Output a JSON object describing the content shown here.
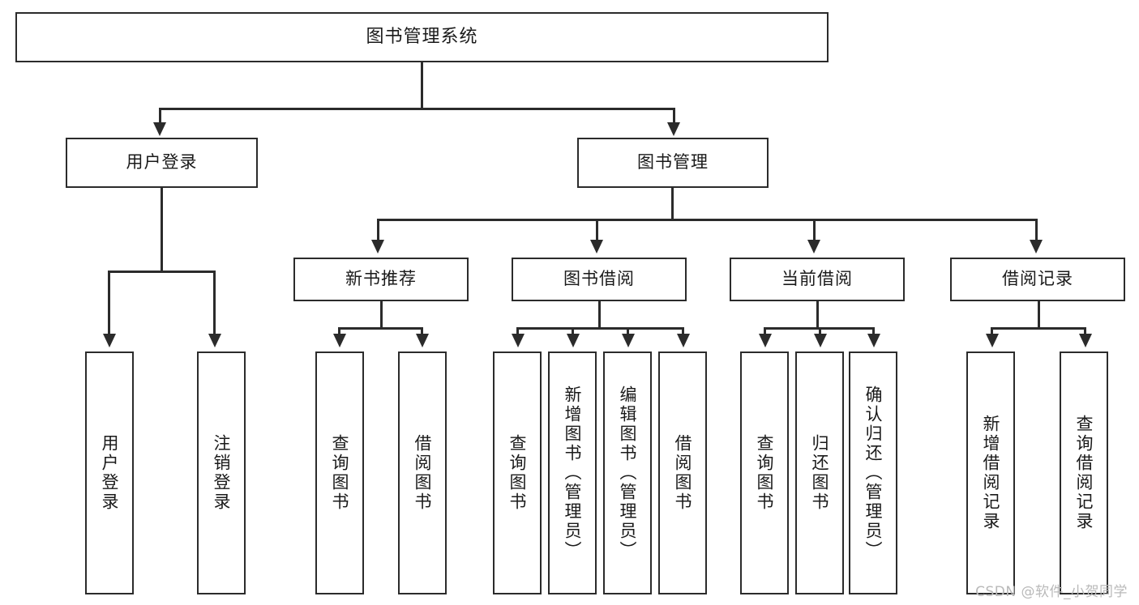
{
  "diagram": {
    "type": "tree",
    "title": "图书管理系统",
    "watermark": "CSDN @软件_小贺同学",
    "root": {
      "id": "root",
      "label": "图书管理系统"
    },
    "level2": [
      {
        "id": "user-login",
        "label": "用户登录"
      },
      {
        "id": "book-manage",
        "label": "图书管理"
      }
    ],
    "level3": [
      {
        "id": "new-book-rec",
        "label": "新书推荐",
        "parent": "book-manage"
      },
      {
        "id": "book-borrow",
        "label": "图书借阅",
        "parent": "book-manage"
      },
      {
        "id": "current-borrow",
        "label": "当前借阅",
        "parent": "book-manage"
      },
      {
        "id": "borrow-record",
        "label": "借阅记录",
        "parent": "book-manage"
      }
    ],
    "leaves": [
      {
        "id": "leaf-user-login",
        "label": "用户登录",
        "parent": "user-login"
      },
      {
        "id": "leaf-user-logout",
        "label": "注销登录",
        "parent": "user-login"
      },
      {
        "id": "leaf-rec-query-book",
        "label": "查询图书",
        "parent": "new-book-rec"
      },
      {
        "id": "leaf-rec-borrow-book",
        "label": "借阅图书",
        "parent": "new-book-rec"
      },
      {
        "id": "leaf-borrow-query-book",
        "label": "查询图书",
        "parent": "book-borrow"
      },
      {
        "id": "leaf-borrow-add-book",
        "label": "新增图书（管理员）",
        "parent": "book-borrow"
      },
      {
        "id": "leaf-borrow-edit-book",
        "label": "编辑图书（管理员）",
        "parent": "book-borrow"
      },
      {
        "id": "leaf-borrow-borrow-book",
        "label": "借阅图书",
        "parent": "book-borrow"
      },
      {
        "id": "leaf-cur-query-book",
        "label": "查询图书",
        "parent": "current-borrow"
      },
      {
        "id": "leaf-cur-return-book",
        "label": "归还图书",
        "parent": "current-borrow"
      },
      {
        "id": "leaf-cur-confirm-return",
        "label": "确认归还（管理员）",
        "parent": "current-borrow"
      },
      {
        "id": "leaf-rec-add-record",
        "label": "新增借阅记录",
        "parent": "borrow-record"
      },
      {
        "id": "leaf-rec-query-record",
        "label": "查询借阅记录",
        "parent": "borrow-record"
      }
    ],
    "colors": {
      "line": "#2b2b2b",
      "box_fill": "#ffffff",
      "text": "#1a1a1a",
      "watermark": "#b9b9b9"
    }
  }
}
